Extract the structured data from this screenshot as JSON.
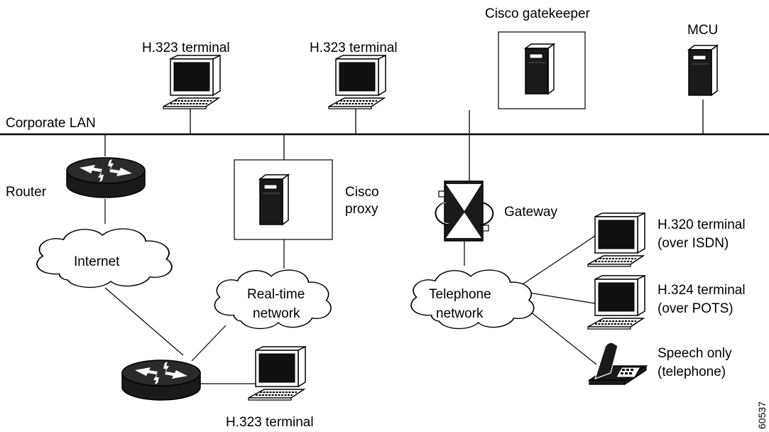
{
  "labels": {
    "h323_terminal_1": "H.323 terminal",
    "h323_terminal_2": "H.323 terminal",
    "h323_terminal_3": "H.323 terminal",
    "cisco_gatekeeper": "Cisco gatekeeper",
    "mcu": "MCU",
    "corporate_lan": "Corporate LAN",
    "router": "Router",
    "internet": "Internet",
    "cisco_proxy_line1": "Cisco",
    "cisco_proxy_line2": "proxy",
    "realtime_line1": "Real-time",
    "realtime_line2": "network",
    "gateway": "Gateway",
    "telephone_line1": "Telephone",
    "telephone_line2": "network",
    "h320_line1": "H.320 terminal",
    "h320_line2": "(over ISDN)",
    "h324_line1": "H.324 terminal",
    "h324_line2": "(over POTS)",
    "speech_line1": "Speech only",
    "speech_line2": "(telephone)",
    "figure_id": "60537"
  },
  "icons": {
    "terminal": "computer-terminal-icon",
    "server": "server-tower-icon",
    "router": "router-icon",
    "cloud": "cloud-icon",
    "gateway": "gateway-icon",
    "telephone": "telephone-icon"
  },
  "colors": {
    "line": "#000000",
    "background": "#ffffff",
    "device_fill": "#1a1a1a"
  }
}
